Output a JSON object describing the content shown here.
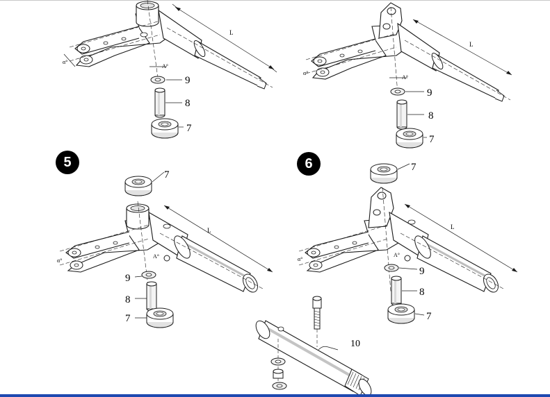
{
  "colors": {
    "line": "#1a1a1a",
    "background": "#ffffff",
    "badge": "#000000",
    "bottom_bar": "#1f49b0"
  },
  "badges": {
    "five": "5",
    "six": "6"
  },
  "labels": {
    "bearing": "7",
    "sleeve": "8",
    "washer": "9",
    "axle": "10",
    "length": "L",
    "angle_alpha": "α°",
    "angle_a": "A°"
  }
}
